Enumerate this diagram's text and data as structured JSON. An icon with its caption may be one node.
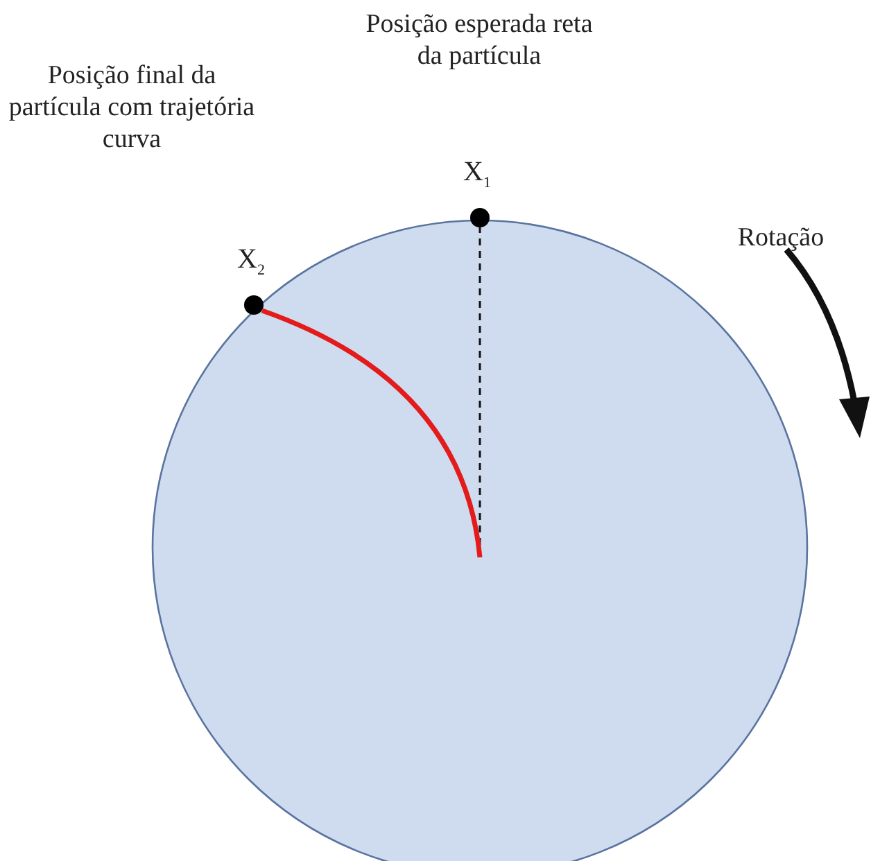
{
  "diagram": {
    "nodes": [
      {
        "text": [],
        "shape": "circle"
      },
      {
        "text": [
          "X$_{1}$"
        ]
      },
      {
        "text": [
          "X$_{2}$"
        ]
      }
    ],
    "edges": [
      {
        "from": 0,
        "to": 1,
        "arrow": "none",
        "style": "dashed"
      },
      {
        "from": 0,
        "to": 2,
        "arrow": "none",
        "style": "thick",
        "color": "#e31b1b"
      }
    ],
    "labels": [
      "Posição esperada reta da partícula",
      "Posição final da partícula com trajetória curva",
      "Rotação"
    ]
  }
}
